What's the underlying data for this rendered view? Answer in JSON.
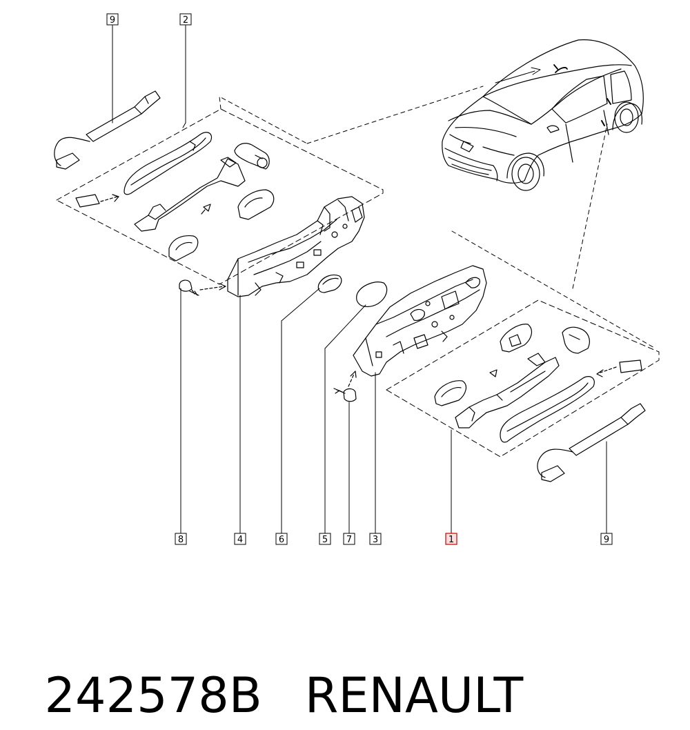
{
  "callouts": {
    "c9_top": "9",
    "c2": "2",
    "c8": "8",
    "c4": "4",
    "c6": "6",
    "c5": "5",
    "c7": "7",
    "c3": "3",
    "c1": "1",
    "c9_bottom": "9"
  },
  "caption": {
    "part_number": "242578B",
    "brand": "RENAULT"
  },
  "colors": {
    "line": "#000000",
    "highlight_box": "#cc0000",
    "highlight_fill": "#ffdede"
  }
}
